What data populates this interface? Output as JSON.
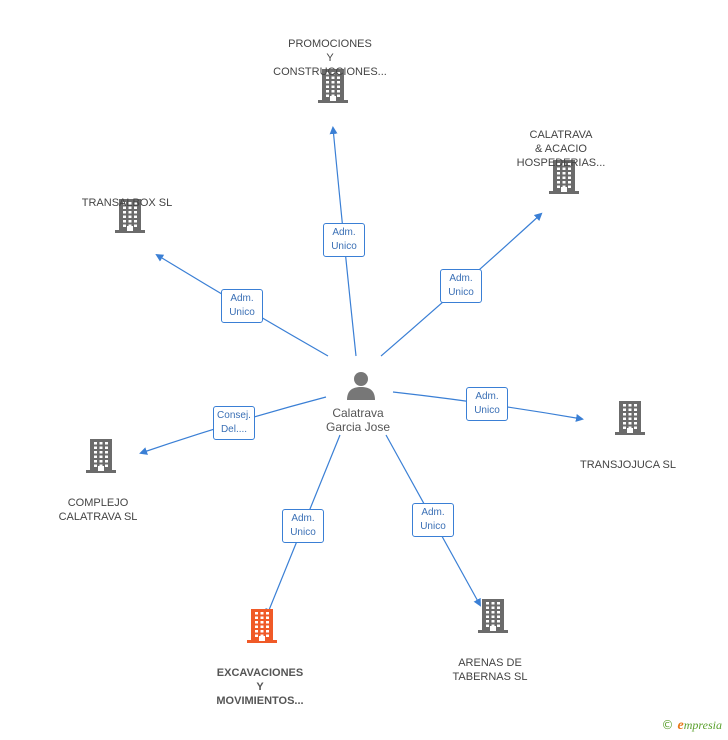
{
  "center": {
    "name_line1": "Calatrava",
    "name_line2": "Garcia Jose",
    "icon": "person-icon"
  },
  "companies": [
    {
      "id": "promociones",
      "lines": [
        "PROMOCIONES",
        "Y",
        "CONSTRUCCIONES..."
      ],
      "highlight": false
    },
    {
      "id": "calatrava-acacio",
      "lines": [
        "CALATRAVA",
        "& ACACIO",
        "HOSPEDERIAS..."
      ],
      "highlight": false
    },
    {
      "id": "transalbox",
      "lines": [
        "TRANSALBOX SL"
      ],
      "highlight": false
    },
    {
      "id": "transjojuca",
      "lines": [
        "TRANSJOJUCA SL"
      ],
      "highlight": false
    },
    {
      "id": "complejo-calatrava",
      "lines": [
        "COMPLEJO",
        "CALATRAVA SL"
      ],
      "highlight": false
    },
    {
      "id": "excavaciones",
      "lines": [
        "EXCAVACIONES",
        "Y",
        "MOVIMIENTOS..."
      ],
      "highlight": true
    },
    {
      "id": "arenas-tabernas",
      "lines": [
        "ARENAS DE",
        "TABERNAS SL"
      ],
      "highlight": false
    }
  ],
  "edges": [
    {
      "to": "promociones",
      "lines": [
        "Adm.",
        "Unico"
      ]
    },
    {
      "to": "calatrava-acacio",
      "lines": [
        "Adm.",
        "Unico"
      ]
    },
    {
      "to": "transalbox",
      "lines": [
        "Adm.",
        "Unico"
      ]
    },
    {
      "to": "transjojuca",
      "lines": [
        "Adm.",
        "Unico"
      ]
    },
    {
      "to": "complejo-calatrava",
      "lines": [
        "Consej.",
        "Del...."
      ]
    },
    {
      "to": "excavaciones",
      "lines": [
        "Adm.",
        "Unico"
      ]
    },
    {
      "to": "arenas-tabernas",
      "lines": [
        "Adm.",
        "Unico"
      ]
    }
  ],
  "colors": {
    "edge": "#3a7fd5",
    "company_icon": "#6b6b6b",
    "company_icon_highlight": "#f05a28",
    "person_icon": "#777777"
  },
  "footer": {
    "copyright": "©",
    "brand_initial": "e",
    "brand_rest": "mpresia"
  }
}
